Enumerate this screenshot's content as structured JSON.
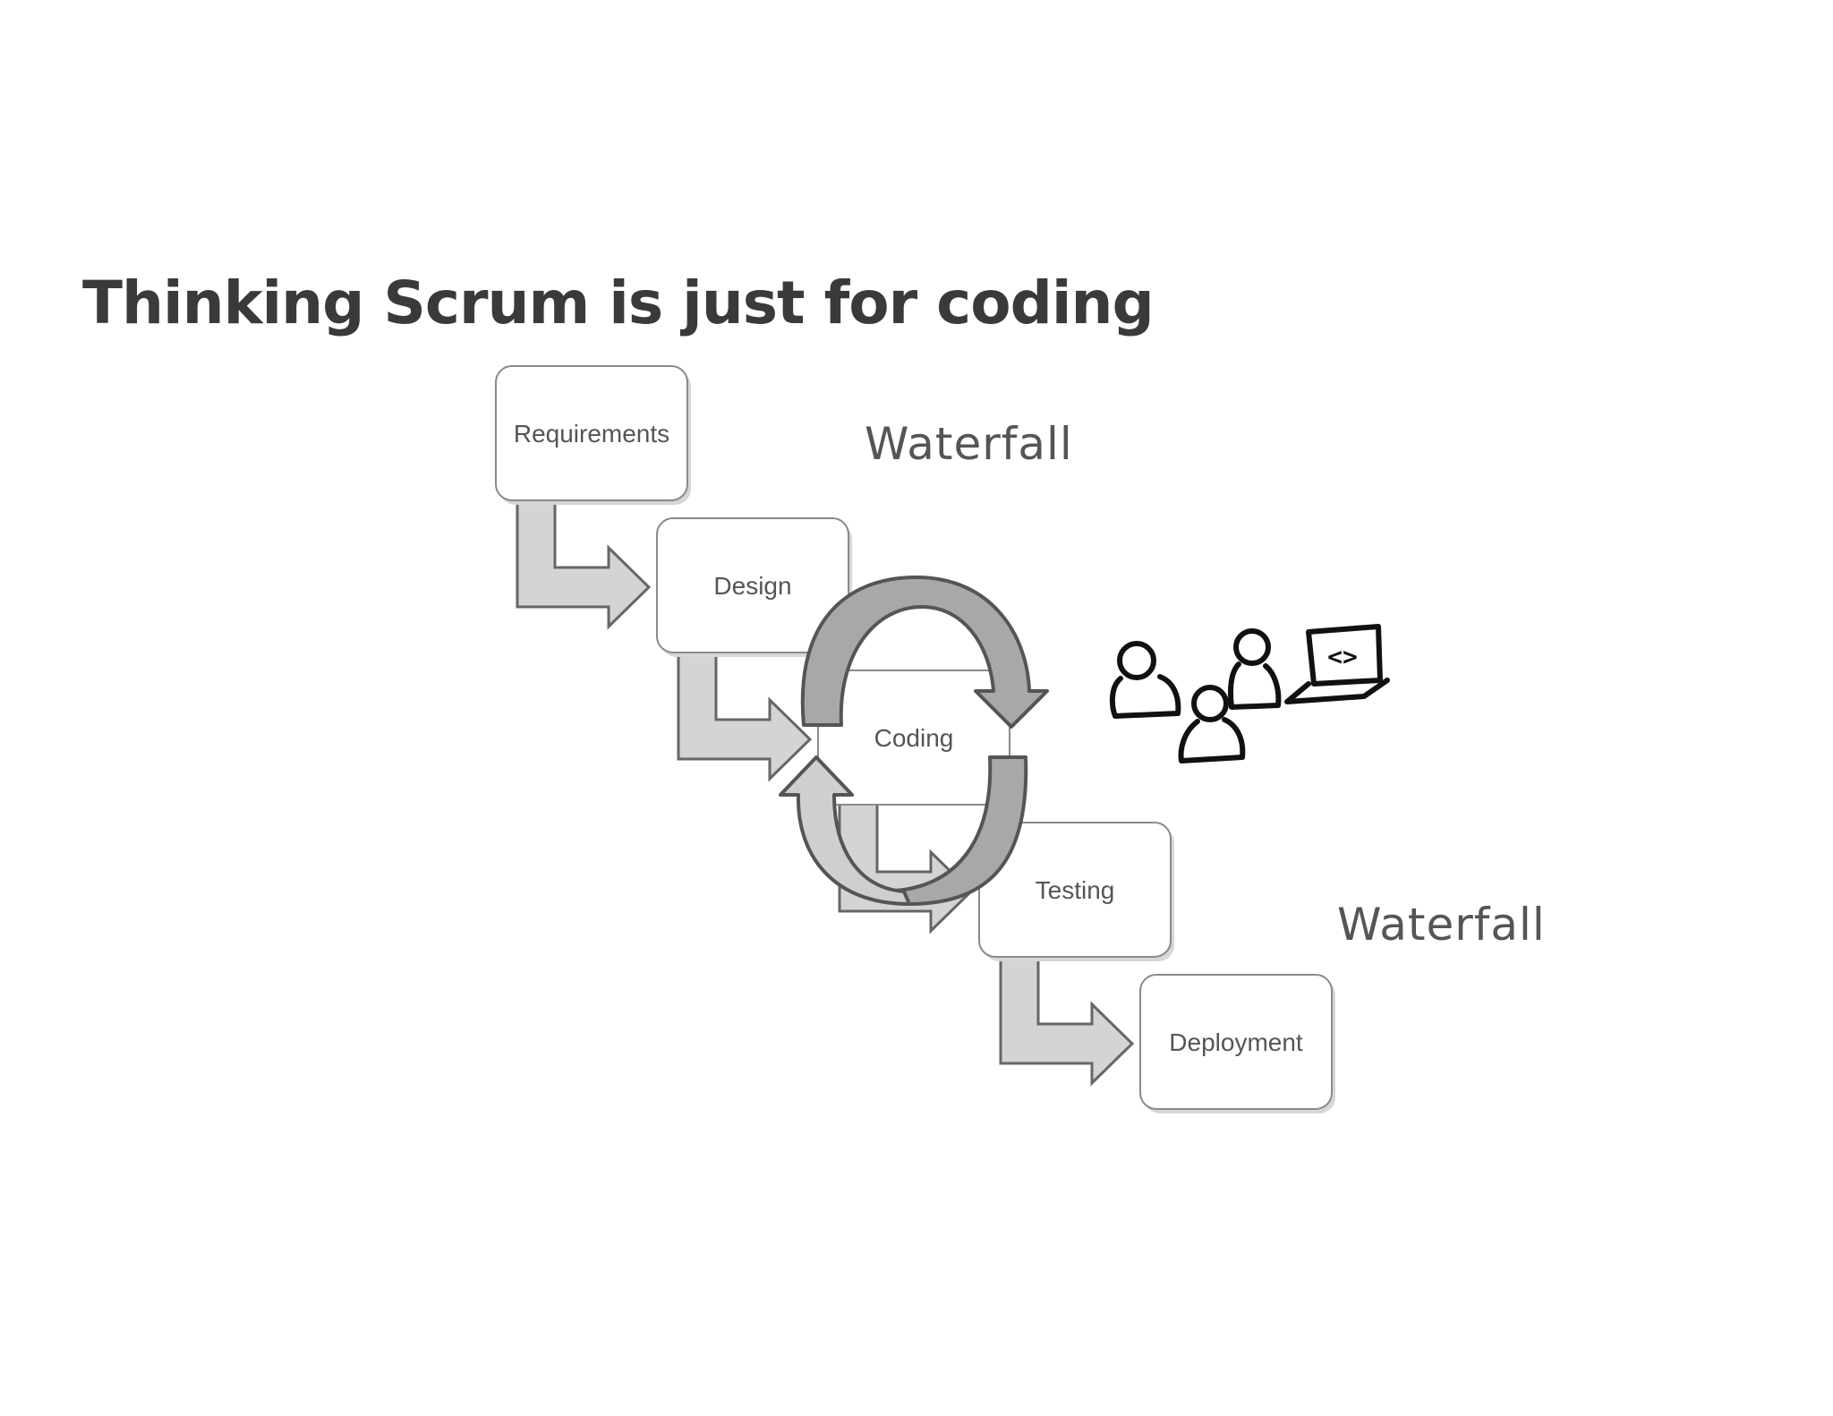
{
  "title": "Thinking Scrum is just for coding",
  "stages": [
    {
      "label": "Requirements"
    },
    {
      "label": "Design"
    },
    {
      "label": "Coding"
    },
    {
      "label": "Testing"
    },
    {
      "label": "Deployment"
    }
  ],
  "waterfall_labels": [
    "Waterfall",
    "Waterfall"
  ],
  "sketch": {
    "laptop_symbol": "<>"
  },
  "colors": {
    "title": "#3a3a3a",
    "arrow_fill": "#d4d4d4",
    "arrow_stroke": "#666666",
    "cycle_dark": "#a8a8a8",
    "cycle_light": "#cfcfcf",
    "sketch_ink": "#111111"
  },
  "icons": [
    "down-right-arrow-icon",
    "cycle-arrows-icon",
    "people-icon",
    "laptop-icon"
  ]
}
